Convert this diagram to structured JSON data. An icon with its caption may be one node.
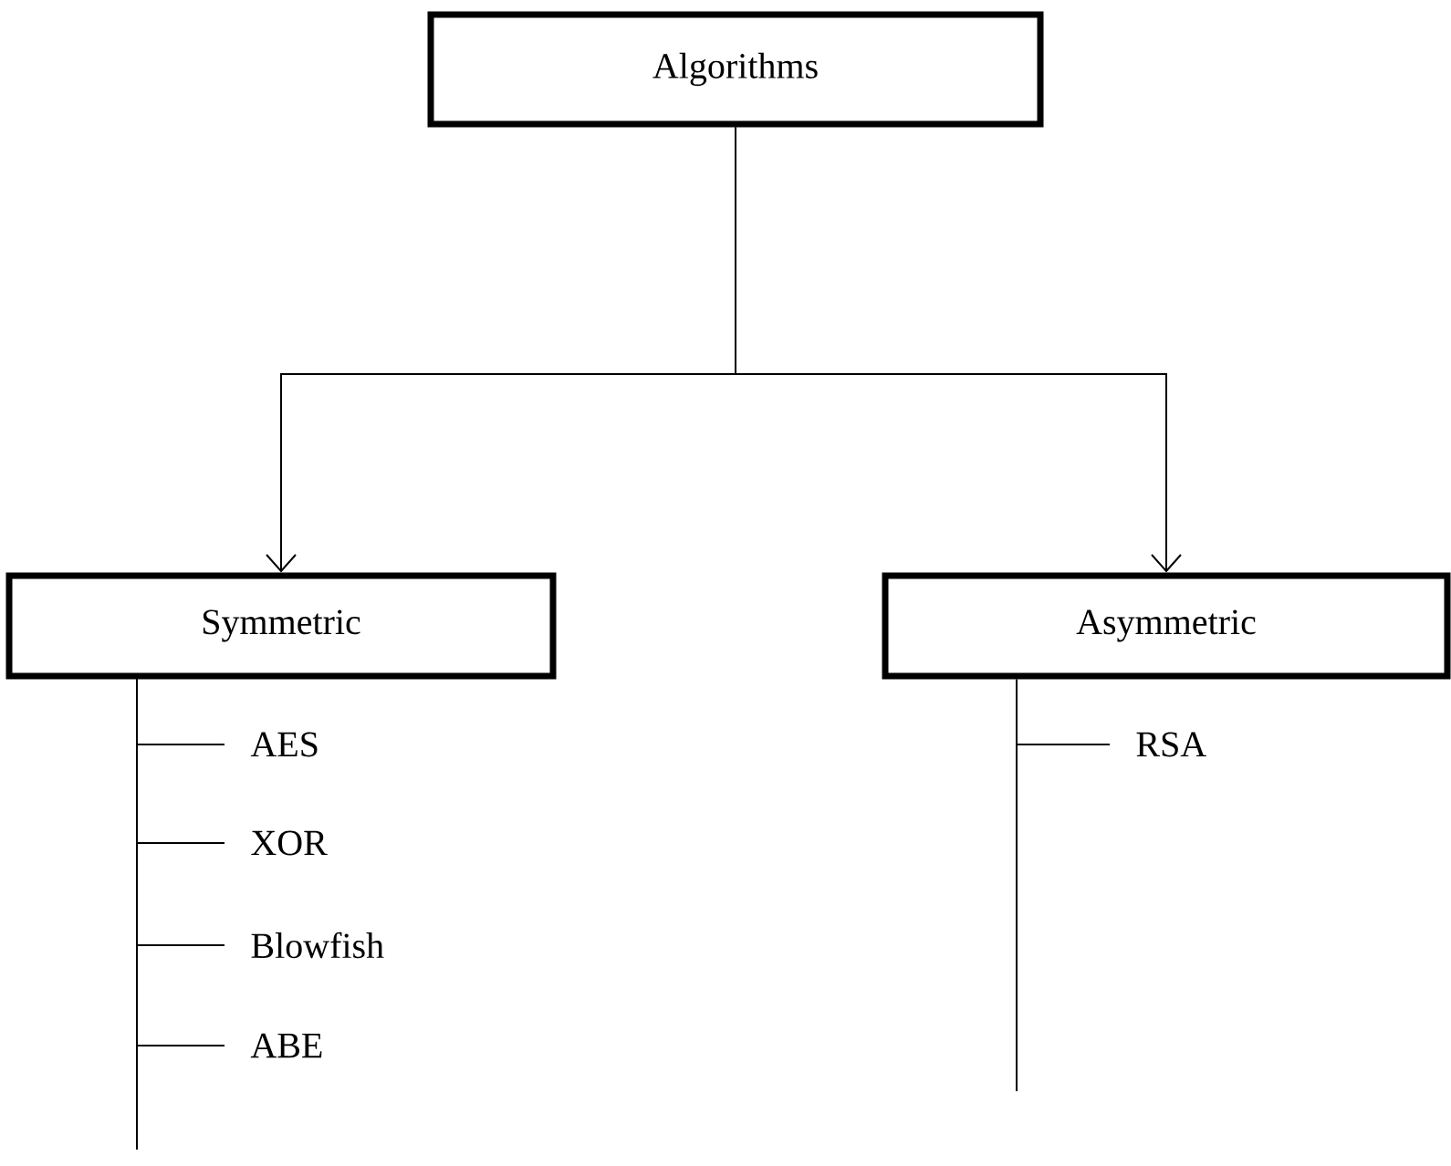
{
  "diagram": {
    "nodes": [
      {
        "text": [
          "Algorithms"
        ]
      },
      {
        "text": [
          "Symmetric"
        ]
      },
      {
        "text": [
          "Asymmetric"
        ]
      },
      {
        "text": [
          "AES"
        ]
      },
      {
        "text": [
          "XOR"
        ]
      },
      {
        "text": [
          "Blowfish"
        ]
      },
      {
        "text": [
          "ABE"
        ]
      },
      {
        "text": [
          "RSA"
        ]
      }
    ],
    "edges": [
      {
        "from": 0,
        "to": 1,
        "arrow": "to"
      },
      {
        "from": 0,
        "to": 2,
        "arrow": "to"
      },
      {
        "from": 1,
        "to": 3,
        "arrow": "none"
      },
      {
        "from": 1,
        "to": 4,
        "arrow": "none"
      },
      {
        "from": 1,
        "to": 5,
        "arrow": "none"
      },
      {
        "from": 1,
        "to": 6,
        "arrow": "none"
      },
      {
        "from": 2,
        "to": 7,
        "arrow": "none"
      }
    ]
  }
}
